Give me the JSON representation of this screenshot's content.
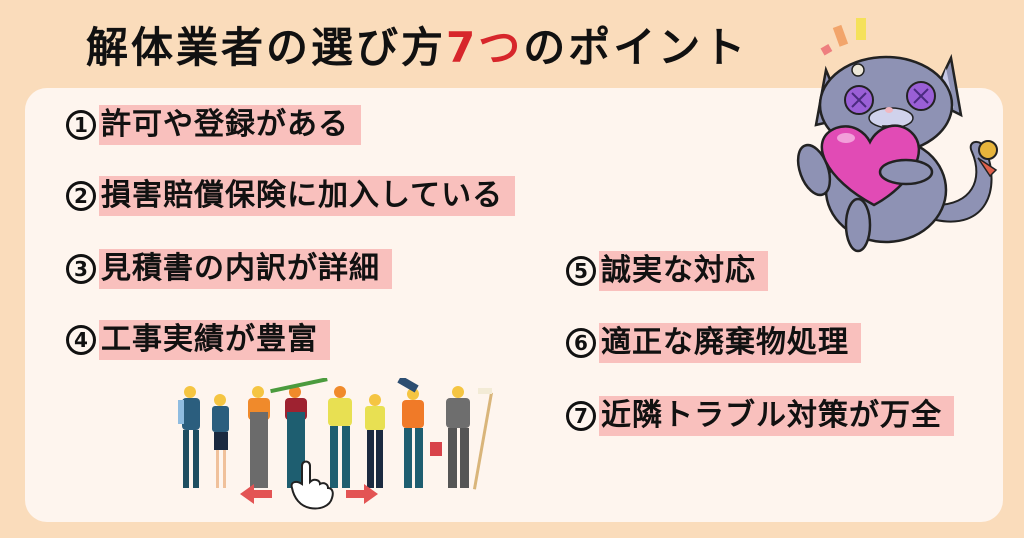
{
  "title": {
    "main": "解体業者の選び方",
    "accent": "7つ",
    "suffix": "のポイント",
    "accent_color": "#D7262B"
  },
  "points": [
    {
      "num": "1",
      "label": "許可や登録がある"
    },
    {
      "num": "2",
      "label": "損害賠償保険に加入している"
    },
    {
      "num": "3",
      "label": "見積書の内訳が詳細"
    },
    {
      "num": "4",
      "label": "工事実績が豊富"
    },
    {
      "num": "5",
      "label": "誠実な対応"
    },
    {
      "num": "6",
      "label": "適正な廃棄物処理"
    },
    {
      "num": "7",
      "label": "近隣トラブル対策が万全"
    }
  ],
  "colors": {
    "background": "#FADCBB",
    "card": "#FEF5EE",
    "highlight": "#F9C0BD",
    "text": "#111111"
  },
  "illustrations": {
    "cat": "stuffed-cat-holding-heart",
    "workers": "row-of-construction-workers-with-swipe-hand"
  }
}
